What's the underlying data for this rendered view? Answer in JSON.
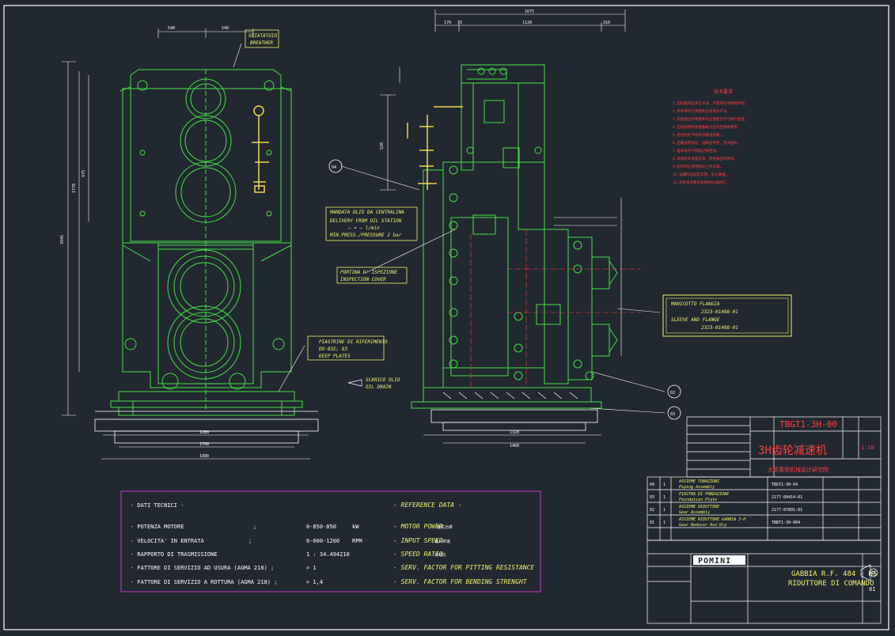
{
  "colors": {
    "background": "#212830",
    "body": "#46e046",
    "dimension": "#ffffff",
    "annotation": "#f3f36a",
    "notes_red": "#ff4040",
    "data_frame": "#cc33cc",
    "frame": "#ffffff",
    "pipe": "#f3d84a"
  },
  "labels": {
    "breather": [
      "SFIATATOIO",
      "BREATHER"
    ],
    "delivery": [
      "MANDATA OLIO DA CENTRALINA",
      "DELIVERY FROM OIL STATION",
      "— = — l/min",
      "MIN.PRESS./PRESSURE 2 bar"
    ],
    "inspection": [
      "PORTINA D' ISPEZIONE",
      "INSPECTION COVER"
    ],
    "keep_plates": [
      "PIASTRINE DI RIFERIMENTO",
      "DO-83I; 83",
      "KEEP PLATES"
    ],
    "oil_drain": [
      "SCARICO OLIO",
      "OIL DRAIN"
    ],
    "sleeve": [
      "MANICOTTO FLANGIA",
      "2323-01408-01",
      "SLEEVE AND FLANGE",
      "2323-01408-01"
    ],
    "callouts": [
      "04",
      "02",
      "03"
    ]
  },
  "notes": {
    "title": "技术要求",
    "lines": [
      "1.齿轮箱内应清洁干净，不得有任何杂物存留。",
      "2.所有零件在装配前必须清洗干净。",
      "3.装配前应对零部件的主要配合尺寸进行复查。",
      "4.齿轮副侧隙及接触斑点应符合图样要求。",
      "5.各密封处不得有渗漏油现象。",
      "6.空载运转试验，运转应平稳，无冲击声。",
      "7.轴承温升不得超过规定值。",
      "8.减速机外表面涂漆，颜色按合同要求。",
      "9.起吊时应使用箱体上的吊耳。",
      "10.运输时应固定牢靠，防止碰撞。",
      "11.其余技术要求按相关标准执行。"
    ]
  },
  "tech_data": {
    "header": "- DATI TECNICI -",
    "ref_header": "- REFERENCE DATA -",
    "rows": [
      {
        "label": "- POTENZA MOTORE",
        "sep": ";",
        "value": "0-850-850",
        "unit": "kW",
        "ref": "- MOTOR POWER",
        "ref_cn": "电机功率"
      },
      {
        "label": "- VELOCITA' IN ENTRATA",
        "sep": ";",
        "value": "0-600-1200",
        "unit": "RPM",
        "ref": "- INPUT SPEED",
        "ref_cn": "输入转速"
      },
      {
        "label": "- RAPPORTO DI TRASMISSIONE",
        "sep": "",
        "value": "1 : 34.494210",
        "unit": "",
        "ref": "- SPEED RATIO",
        "ref_cn": "传动比"
      },
      {
        "label": "- FATTORE DI SERVIZIO AD USURA (AGMA 218) ;",
        "sep": "",
        "value": "> 1",
        "unit": "",
        "ref": "- SERV. FACTOR FOR PITTING RESISTANCE",
        "ref_cn": ""
      },
      {
        "label": "- FATTORE DI SERVIZIO A ROTTURA (AGMA 218) ;",
        "sep": "",
        "value": "> 1,4",
        "unit": "",
        "ref": "- SERV. FACTOR FOR BENDING STRENGHT",
        "ref_cn": ""
      }
    ]
  },
  "title_block": {
    "drawing_no": "TBGT1-3H-00",
    "name_cn": "3H齿轮减速机",
    "company_cn": "太原重型机械设计研究院",
    "brand": "POMINI",
    "title_it": "GABBIA R.F. 484 - HS",
    "subtitle_it": "RIDUTTORE DI COMANDO",
    "scale": "1:10",
    "sheet": "01",
    "parts": [
      {
        "no": "04",
        "qty": "1",
        "desc": "ASSIEME TUBAZIONI",
        "desc_en": "Piping Assembly",
        "code": "TBGT1-3H-04"
      },
      {
        "no": "03",
        "qty": "1",
        "desc": "PIASTRA DI FONDAZIONE",
        "desc_en": "Foundation Plate",
        "code": "2177-09414-01"
      },
      {
        "no": "02",
        "qty": "1",
        "desc": "ASSIEME RIDUTTORE",
        "desc_en": "Gear Assembly",
        "code": "2177-07891-01"
      },
      {
        "no": "01",
        "qty": "1",
        "desc": "ASSIEME RIDUTTORE GABBIA 3-H",
        "desc_en": "Gear Reducer Ass'bly",
        "code": "TBBT1-3H-004"
      }
    ]
  },
  "dimensions": {
    "top": [
      "540",
      "540",
      "1675",
      "170",
      "75",
      "1120",
      "310"
    ],
    "bottom": [
      "1280",
      "1700",
      "1880",
      "1320",
      "1460"
    ],
    "side": [
      "3945",
      "1770",
      "975",
      "520"
    ]
  }
}
